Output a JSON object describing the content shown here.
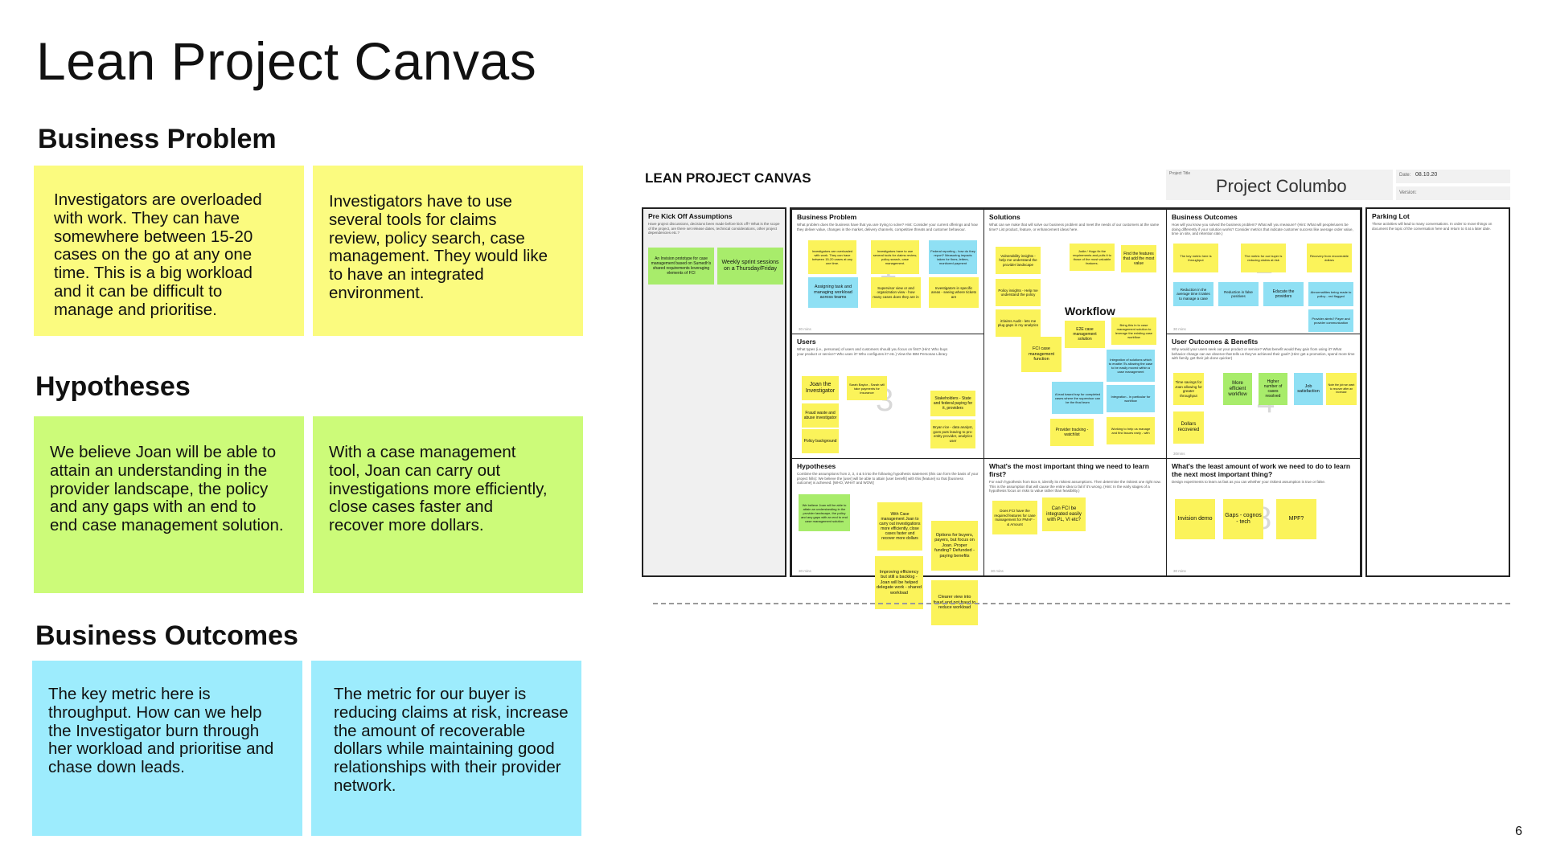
{
  "page": {
    "title": "Lean Project Canvas",
    "page_number": "6"
  },
  "sections": {
    "business_problem": {
      "heading": "Business Problem",
      "cards": [
        "Investigators are overloaded with work. They can have somewhere between 15-20 cases on the go at any one time. This is a big workload and it can be difficult to manage and prioritise.",
        "Investigators have to use several tools for claims review, policy search, case management. They would like to have an integrated environment."
      ]
    },
    "hypotheses": {
      "heading": "Hypotheses",
      "cards": [
        "We believe Joan will be able to attain an understanding in the provider landscape, the policy and any gaps with an end to end case management solution.",
        "With a case management tool, Joan can carry out investigations more efficiently, close cases faster and recover more dollars."
      ]
    },
    "business_outcomes": {
      "heading": "Business Outcomes",
      "cards": [
        "The key metric here is throughput. How can we help the Investigator burn through her workload and prioritise and chase down leads.",
        "The metric for our buyer is reducing claims at risk, increase the amount of recoverable dollars while maintaining good relationships with their provider network."
      ]
    }
  },
  "canvas": {
    "title": "LEAN PROJECT CANVAS",
    "project_title_label": "Project Title",
    "project_title": "Project Columbo",
    "date_label": "Date:",
    "date": "08.10.20",
    "version_label": "Version:",
    "cells": {
      "pre_kickoff": {
        "heading": "Pre Kick Off Assumptions",
        "text": "Have project discussions, decisions been made before kick off? What is the scope of the project, are there set release dates, technical considerations, other project dependencies etc.?",
        "stickies": [
          "An Invision prototype for case management based on Sumedh's shared requirements leveraging elements of FCI",
          "Weekly sprint sessions on a Thursday/Friday"
        ]
      },
      "business_problem": {
        "heading": "Business Problem",
        "text": "What problem does the business have that you are trying to solve? Hint: Consider your current offerings and how they deliver value, changes in the market, delivery channels, competitive threats and customer behaviour.",
        "number": "1",
        "stickies": [
          "Investigators are overloaded with work. They can have between 15-20 cases at any one time.",
          "Investigators have to use several tools for claims review, policy search, case management.",
          "Federal reporting - how do they report? Measuring impacts taken for fines, letters, monitored payment",
          "Assigning task and managing workload across teams",
          "Supervisor view or and organization view - how many cases does they are in",
          "Investigators in specific areas - seeing where tickets are"
        ],
        "minutes": "30 mins"
      },
      "solutions": {
        "heading": "Solutions",
        "text": "What can we make that will solve our business problem and meet the needs of our customers at the same time? List product, feature, or enhancement ideas here.",
        "workflow": "Workflow",
        "stickies": [
          "Vulnerability insights - help me understand the provider landscape",
          "Jodie / Hugo fix the requirements and pulls it to those of the most valuable features.",
          "Find the features that add the most value",
          "Policy insights - Help me understand the policy",
          "iClaims Audit - lets me plug gaps in my analytics",
          "E2E case management solution",
          "Bring this in to case management solution to leverage the existing case workflow",
          "FCI case management function",
          "Integration of solutions which to enable ITs allowing the case to be easily moved within a case management",
          "A lead based tray for completed cases where the supervisor can be the final team",
          "Provider tracking - watchlist",
          "Working to help us manage and find issues early - with",
          "Integration - in particular for workflow"
        ]
      },
      "business_outcomes": {
        "heading": "Business Outcomes",
        "text": "How will you know you solved the business problem? What will you measure? (Hint: What will people/users be doing differently if your solution works? Consider metrics that indicate customer success like average order value, time on site, and retention rate.)",
        "number": "2",
        "stickies": [
          "The key metric here is throughput",
          "The metric for our buyer is reducing claims at risk",
          "Recovery from recoverable dollars",
          "Reduction in the average time it takes to manage a case",
          "Reduction in false positives",
          "Educate the providers",
          "Abnormalities being made to policy - red flagged",
          "Provider alerts? Payer and provider communication"
        ],
        "minutes": "30 mins"
      },
      "users": {
        "heading": "Users",
        "text": "What types (i.e., personas) of users and customers should you focus on first? (Hint: Who buys your product or service? Who uses it? Who configures it? etc.) View the IBM Personas Library",
        "number": "3",
        "stickies": [
          "Joan the Investigator",
          "Sarah Baylor - Sarah will take payments for insurance",
          "Fraud waste and abuse investigator",
          "Stakeholders - State and federal paying for it, providers",
          "Policy background",
          "Bryan rice - data analyst, goes puts leaving to pro-entity provider, analytics user"
        ]
      },
      "user_outcomes": {
        "heading": "User Outcomes & Benefits",
        "text": "Why would your users seek out your product or service? What benefit would they gain from using it? What behavior change can we observe that tells us they've achieved their goal? (Hint: get a promotion, spend more time with family, get their job done quicker)",
        "number": "4",
        "stickies": [
          "Time savings for Joan allowing for greater throughput",
          "More efficient workflow",
          "Higher number of cases resolved",
          "Job satisfaction",
          "Note the job we want to recover after an increase",
          "Dollars recovered"
        ],
        "minutes": "30mins"
      },
      "hypotheses": {
        "heading": "Hypotheses",
        "text": "Combine the assumptions from 2, 3, 4 & 5 into the following hypothesis statement (this can form the basis of your project hills): We believe the [user] will be able to attain [user benefit] with this [feature] so that [business outcome] is achieved. [WHO, WHAT and WOW]",
        "stickies": [
          "We believe Joan will be able to attain an understanding in the provider landscape, the policy and any gaps with an end to end case management solution",
          "With Case management Joan to carry out investigations more efficiently, close cases faster and recover more dollars",
          "Options for buyers, payers, but focus on Joan. Proper funding? Defunded - paying benefits",
          "Improving efficiency but still a backlog - Joan will be helped delegate work - shared workload",
          "Clearer view into fraud and not fraud to reduce workload"
        ],
        "minutes": "30 mins"
      },
      "learn_first": {
        "heading": "What's the most important thing we need to learn first?",
        "text": "For each hypothesis from Box 6, identify its riskiest assumptions. Then determine the riskiest one right now. This is the assumption that will cause the entire idea to fail if it's wrong. (Hint: In the early stages of a hypothesis focus on risks to value rather than feasibility.)",
        "stickies": [
          "Does FCI have the required features for case management for PMAF - & Amount",
          "Can FCI be integrated easily with PL, VI etc?"
        ],
        "minutes": "30 mins"
      },
      "least_work": {
        "heading": "What's the least amount of work we need to do to learn the next most important thing?",
        "text": "Design experiments to learn as fast as you can whether your riskiest assumption is true or false.",
        "number": "8",
        "stickies": [
          "Invision demo",
          "Gaps - cognos - tech",
          "MPF?"
        ],
        "minutes": "30 mins"
      },
      "parking_lot": {
        "heading": "Parking Lot",
        "text": "These activities will lead to many conversations. In order to move things on document the topic of the conversation here and return to it at a later date."
      }
    }
  }
}
